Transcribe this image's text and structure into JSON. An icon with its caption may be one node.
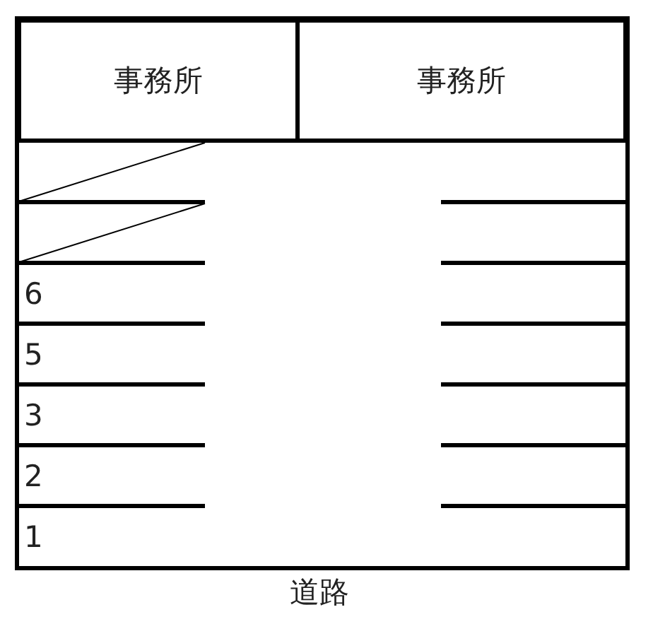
{
  "diagram": {
    "nodes": [
      {
        "text": [
          "事務所"
        ]
      },
      {
        "text": [
          "事務所"
        ]
      }
    ],
    "labels": [
      "6",
      "5",
      "3",
      "2",
      "1",
      "道路"
    ]
  }
}
